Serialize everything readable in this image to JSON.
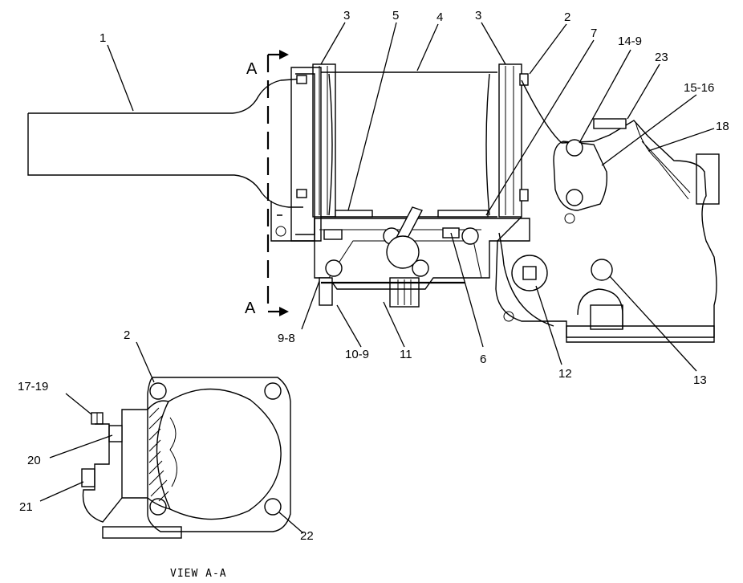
{
  "callouts": {
    "c1": "1",
    "c2_top": "2",
    "c2_view": "2",
    "c3_left": "3",
    "c3_right": "3",
    "c4": "4",
    "c5": "5",
    "c6": "6",
    "c7": "7",
    "c9_8": "9-8",
    "c10_9": "10-9",
    "c11": "11",
    "c12": "12",
    "c13": "13",
    "c14_9": "14-9",
    "c15_16": "15-16",
    "c17_19": "17-19",
    "c18": "18",
    "c20": "20",
    "c21": "21",
    "c22": "22",
    "c23": "23"
  },
  "section": {
    "top_letter": "A",
    "bottom_letter": "A"
  },
  "view_caption": "VIEW A-A"
}
